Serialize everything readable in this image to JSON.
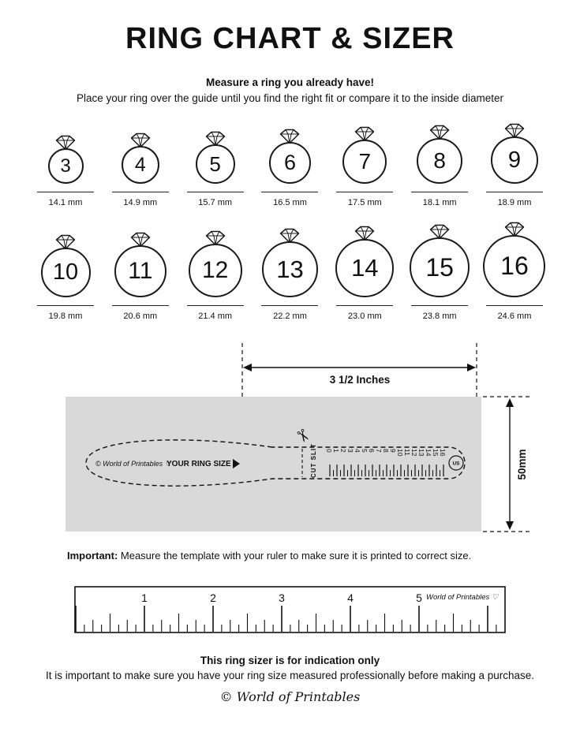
{
  "page": {
    "title": "RING CHART & SIZER",
    "subtitle_bold": "Measure a ring you already have!",
    "subtitle": "Place your ring over the guide until you find the right fit or compare it to the inside diameter"
  },
  "rings": {
    "row1": [
      {
        "size": "3",
        "diameter": "14.1 mm"
      },
      {
        "size": "4",
        "diameter": "14.9 mm"
      },
      {
        "size": "5",
        "diameter": "15.7 mm"
      },
      {
        "size": "6",
        "diameter": "16.5 mm"
      },
      {
        "size": "7",
        "diameter": "17.5 mm"
      },
      {
        "size": "8",
        "diameter": "18.1 mm"
      },
      {
        "size": "9",
        "diameter": "18.9 mm"
      }
    ],
    "row2": [
      {
        "size": "10",
        "diameter": "19.8 mm"
      },
      {
        "size": "11",
        "diameter": "20.6 mm"
      },
      {
        "size": "12",
        "diameter": "21.4 mm"
      },
      {
        "size": "13",
        "diameter": "22.2 mm"
      },
      {
        "size": "14",
        "diameter": "23.0 mm"
      },
      {
        "size": "15",
        "diameter": "23.8 mm"
      },
      {
        "size": "16",
        "diameter": "24.6 mm"
      }
    ]
  },
  "sizer": {
    "width_label": "3 1/2 Inches",
    "height_label": "50mm",
    "brand": "© World of Printables ♡",
    "your_ring_size": "YOUR RING SIZE",
    "cut_slit": "CUT SLIT",
    "us_label": "US",
    "scissors_icon": "✂",
    "background_color": "#d9d9d9",
    "scale_numbers": [
      "0",
      "1",
      "2",
      "3",
      "4",
      "5",
      "6",
      "7",
      "8",
      "9",
      "10",
      "11",
      "12",
      "13",
      "14",
      "15",
      "16"
    ]
  },
  "important": {
    "label": "Important:",
    "text": " Measure the template with your ruler to make sure it is printed to correct size."
  },
  "ruler": {
    "numbers": [
      "1",
      "2",
      "3",
      "4",
      "5"
    ],
    "brand": "World of Printables ♡"
  },
  "footer": {
    "bold": "This ring sizer is for indication only",
    "text": "It is important to make sure you have your ring size measured professionally before making a purchase.",
    "brand": "© World of Printables"
  }
}
